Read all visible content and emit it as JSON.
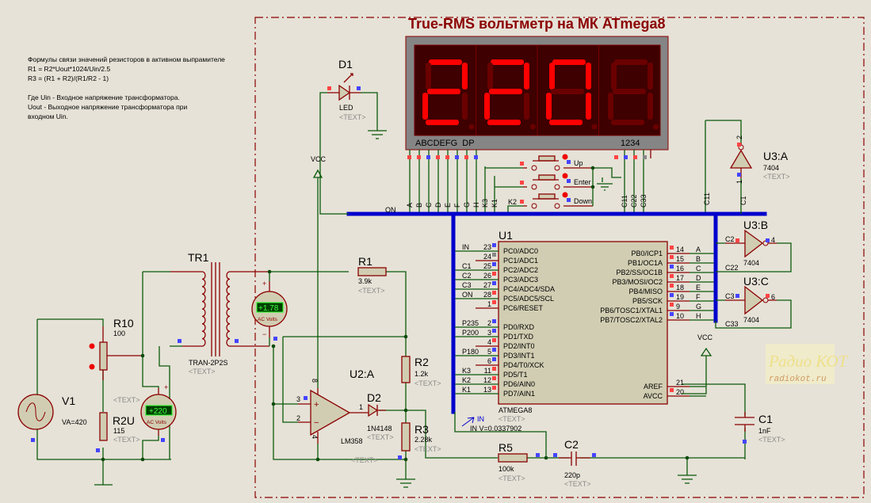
{
  "title": "True-RMS вольтметр на МК ATmega8",
  "notes": [
    "Формулы связи значений резисторов в активном выпрамителе",
    "R1 = R2*Uout*1024/Uin/2.5",
    "R3 = (R1 + R2)/(R1/R2 - 1)",
    "",
    "Где Uin - Входное напряжение трансформатора.",
    "Uout - Выходное напряжение трансформатора при",
    "входном Uin."
  ],
  "display": {
    "digits": [
      "2",
      "2",
      "0",
      ""
    ],
    "segment_label": "ABCDEFG  DP",
    "digit_label": "1234",
    "lit_color": "#ff0000",
    "dim_color": "#6a0000",
    "bg_color": "#3e0000"
  },
  "placeholder": "<TEXT>",
  "d1": {
    "ref": "D1",
    "value": "LED"
  },
  "vcc": "VCC",
  "on_net": "ON",
  "tr1": {
    "ref": "TR1",
    "value": "TRAN-2P2S"
  },
  "r10": {
    "ref": "R10",
    "value": "100"
  },
  "v1": {
    "ref": "V1",
    "value": "VA=420"
  },
  "r2u": {
    "ref": "R2U",
    "value": "115"
  },
  "vm1": {
    "reading": "+220",
    "unit": "AC Volts"
  },
  "vm2": {
    "reading": "+1.78",
    "unit": "AC Volts"
  },
  "r1": {
    "ref": "R1",
    "value": "3.9k"
  },
  "r2": {
    "ref": "R2",
    "value": "1.2k"
  },
  "r3": {
    "ref": "R3",
    "value": "2.28k"
  },
  "r5": {
    "ref": "R5",
    "value": "100k"
  },
  "c2": {
    "ref": "C2",
    "value": "220p"
  },
  "c1": {
    "ref": "C1",
    "value": "1nF"
  },
  "u2": {
    "ref": "U2:A",
    "value": "LM358",
    "pin3": "3",
    "pin2": "2",
    "pin8": "8",
    "pin4": "4",
    "pin1": "1"
  },
  "d2": {
    "ref": "D2",
    "value": "1N4148"
  },
  "probe": {
    "name": "IN",
    "value": "IN V=0.0337902"
  },
  "u1": {
    "ref": "U1",
    "value": "ATMEGA8",
    "left_pins": [
      {
        "net": "IN",
        "num": "23",
        "name": "PC0/ADC0",
        "m": "b"
      },
      {
        "net": "",
        "num": "24",
        "name": "PC1/ADC1",
        "m": "g"
      },
      {
        "net": "C1",
        "num": "25",
        "name": "PC2/ADC2",
        "m": "b"
      },
      {
        "net": "C2",
        "num": "26",
        "name": "PC3/ADC3",
        "m": "r"
      },
      {
        "net": "C3",
        "num": "27",
        "name": "PC4/ADC4/SDA",
        "m": "b"
      },
      {
        "net": "ON",
        "num": "28",
        "name": "PC5/ADC5/SCL",
        "m": "r"
      },
      {
        "net": "",
        "num": "1",
        "name": "PC6/RESET",
        "m": "r"
      },
      {
        "net": "P235",
        "num": "2",
        "name": "PD0/RXD",
        "m": "b"
      },
      {
        "net": "P200",
        "num": "3",
        "name": "PD1/TXD",
        "m": "b"
      },
      {
        "net": "",
        "num": "4",
        "name": "PD2/INT0",
        "m": "r"
      },
      {
        "net": "P180",
        "num": "5",
        "name": "PD3/INT1",
        "m": "b"
      },
      {
        "net": "",
        "num": "6",
        "name": "PD4/T0/XCK",
        "m": "b"
      },
      {
        "net": "K3",
        "num": "11",
        "name": "PD5/T1",
        "m": "r"
      },
      {
        "net": "K2",
        "num": "12",
        "name": "PD6/AIN0",
        "m": "r"
      },
      {
        "net": "K1",
        "num": "13",
        "name": "PD7/AIN1",
        "m": "r"
      }
    ],
    "right_pins": [
      {
        "net": "A",
        "num": "14",
        "name": "PB0/ICP1",
        "m": "r"
      },
      {
        "net": "B",
        "num": "15",
        "name": "PB1/OC1A",
        "m": "r"
      },
      {
        "net": "C",
        "num": "16",
        "name": "PB2/SS/OC1B",
        "m": "b"
      },
      {
        "net": "D",
        "num": "17",
        "name": "PB3/MOSI/OC2",
        "m": "r"
      },
      {
        "net": "E",
        "num": "18",
        "name": "PB4/MISO",
        "m": "r"
      },
      {
        "net": "F",
        "num": "19",
        "name": "PB5/SCK",
        "m": "b"
      },
      {
        "net": "G",
        "num": "9",
        "name": "PB6/TOSC1/XTAL1",
        "m": "r"
      },
      {
        "net": "H",
        "num": "10",
        "name": "PB7/TOSC2/XTAL2",
        "m": "b"
      },
      {
        "net": "",
        "num": "21",
        "name": "AREF",
        "m": ""
      },
      {
        "net": "",
        "num": "20",
        "name": "AVCC",
        "m": "r"
      }
    ]
  },
  "bus_labels": [
    "A",
    "B",
    "C",
    "D",
    "E",
    "F",
    "G",
    "H",
    "K3",
    "K1"
  ],
  "k2_label": "K2",
  "bus_right_labels": [
    "C11",
    "C22",
    "C33"
  ],
  "buttons": [
    "Up",
    "Enter",
    "Down"
  ],
  "u3a": {
    "ref": "U3:A",
    "value": "7404",
    "in": "1",
    "out": "2",
    "net_in": "C1",
    "net_out": "C11"
  },
  "u3b": {
    "ref": "U3:B",
    "value": "7404",
    "in_net": "C2",
    "out": "4",
    "fb_net": "C22"
  },
  "u3c": {
    "ref": "U3:C",
    "value": "7404",
    "in_net": "C3",
    "out": "6",
    "fb_net": "C33"
  },
  "watermark": {
    "line1": "Радио КОТ",
    "line2": "radiokot.ru"
  }
}
